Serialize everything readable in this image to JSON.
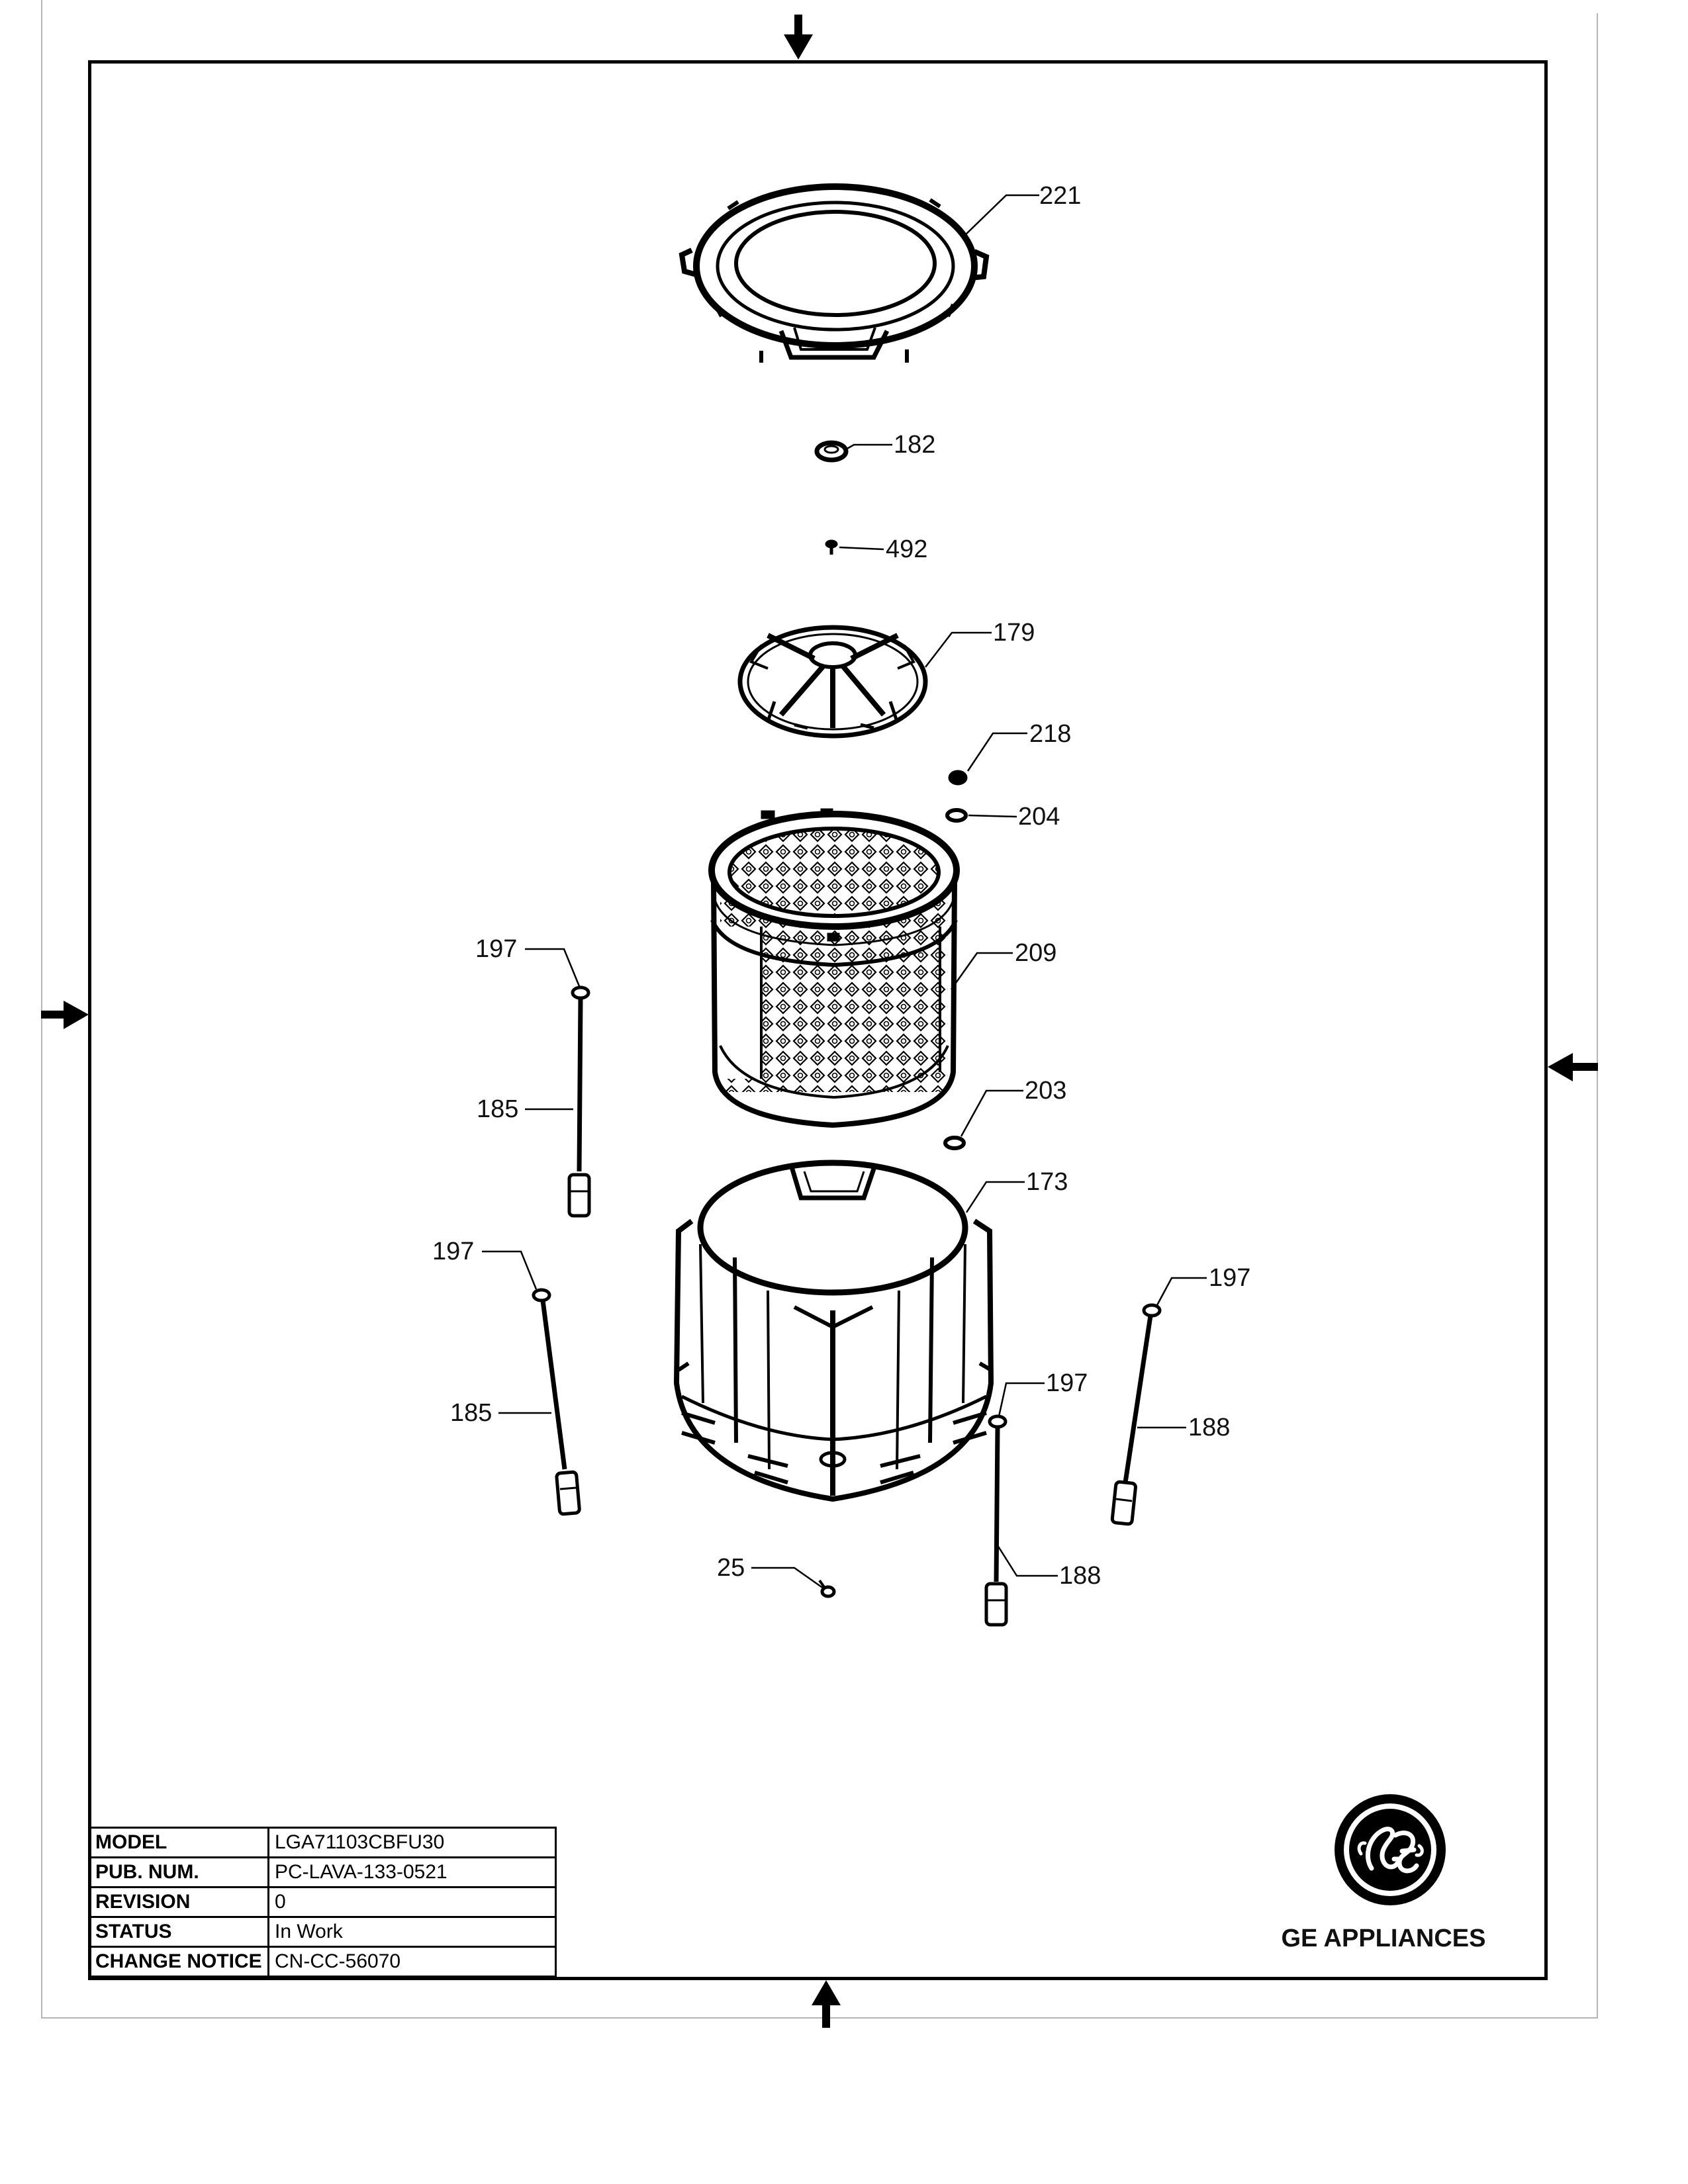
{
  "diagram": {
    "callouts": {
      "c221": "221",
      "c182": "182",
      "c492": "492",
      "c179": "179",
      "c218": "218",
      "c204": "204",
      "c209": "209",
      "c197a": "197",
      "c185a": "185",
      "c203": "203",
      "c173": "173",
      "c197b": "197",
      "c197c": "197",
      "c185b": "185",
      "c197d": "197",
      "c188a": "188",
      "c25": "25",
      "c188b": "188"
    }
  },
  "title_block": {
    "rows": [
      {
        "label": "MODEL",
        "value": "LGA71103CBFU30"
      },
      {
        "label": "PUB. NUM.",
        "value": "PC-LAVA-133-0521"
      },
      {
        "label": "REVISION",
        "value": "0"
      },
      {
        "label": "STATUS",
        "value": "In Work"
      },
      {
        "label": "CHANGE NOTICE",
        "value": "CN-CC-56070"
      }
    ]
  },
  "brand": {
    "logo_icon": "ge-monogram-icon",
    "name": "GE APPLIANCES"
  },
  "colors": {
    "ink": "#000000",
    "page_edge": "#b5b5b5",
    "background": "#ffffff"
  }
}
